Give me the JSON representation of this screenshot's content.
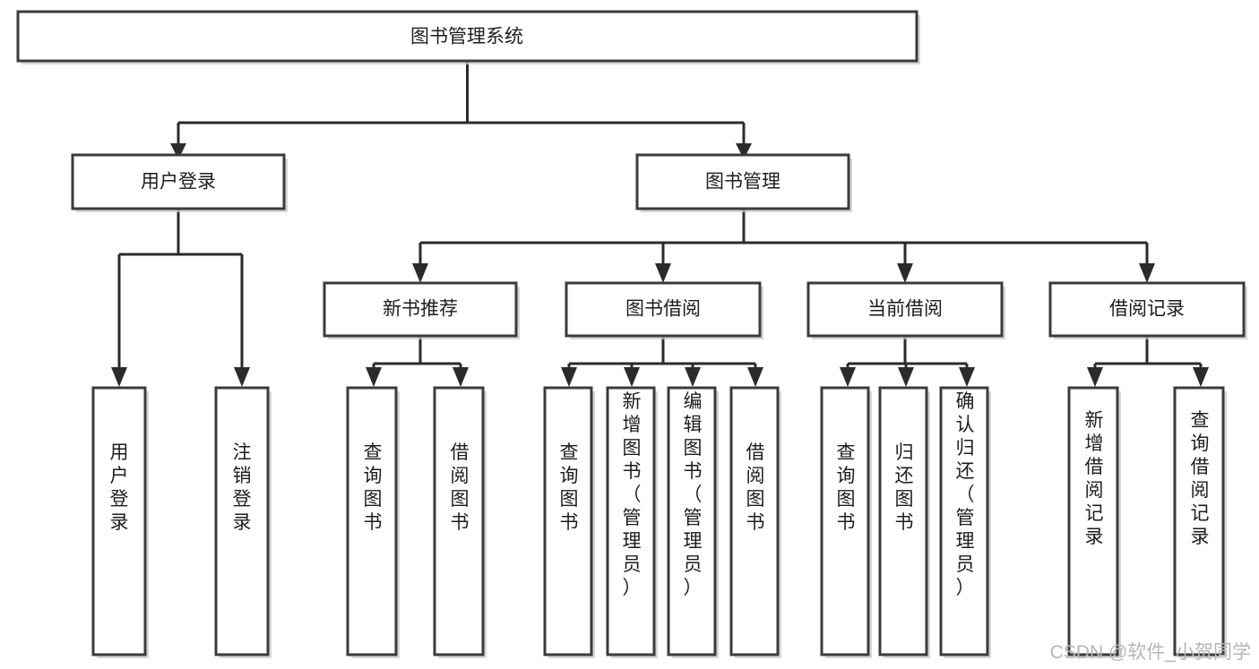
{
  "diagram": {
    "type": "tree",
    "title": "图书管理系统",
    "orientation": "top-down",
    "colors": {
      "box_fill": "#ffffff",
      "box_stroke": "#3b3b3b",
      "connector": "#2b2b2b",
      "text": "#1d1d1d",
      "watermark": "#b6b6b6",
      "background": "#ffffff"
    },
    "nodes": {
      "root": {
        "label": "图书管理系统",
        "level": 0,
        "orientation": "horizontal"
      },
      "level1": [
        {
          "label": "用户登录",
          "orientation": "horizontal"
        },
        {
          "label": "图书管理",
          "orientation": "horizontal"
        }
      ],
      "level2": [
        {
          "label": "新书推荐",
          "orientation": "horizontal"
        },
        {
          "label": "图书借阅",
          "orientation": "horizontal"
        },
        {
          "label": "当前借阅",
          "orientation": "horizontal"
        },
        {
          "label": "借阅记录",
          "orientation": "horizontal"
        }
      ],
      "leaves": {
        "user_login": [
          {
            "label": "用户登录",
            "orientation": "vertical"
          },
          {
            "label": "注销登录",
            "orientation": "vertical"
          }
        ],
        "new_book_recommend": [
          {
            "label": "查询图书",
            "orientation": "vertical"
          },
          {
            "label": "借阅图书",
            "orientation": "vertical"
          }
        ],
        "book_borrow": [
          {
            "label": "查询图书",
            "orientation": "vertical"
          },
          {
            "label": "新增图书（管理员）",
            "orientation": "vertical"
          },
          {
            "label": "编辑图书（管理员）",
            "orientation": "vertical"
          },
          {
            "label": "借阅图书",
            "orientation": "vertical"
          }
        ],
        "current_borrow": [
          {
            "label": "查询图书",
            "orientation": "vertical"
          },
          {
            "label": "归还图书",
            "orientation": "vertical"
          },
          {
            "label": "确认归还（管理员）",
            "orientation": "vertical"
          }
        ],
        "borrow_record": [
          {
            "label": "新增借阅记录",
            "orientation": "vertical"
          },
          {
            "label": "查询借阅记录",
            "orientation": "vertical"
          }
        ]
      }
    },
    "edges": [
      {
        "from": "图书管理系统",
        "to": "用户登录"
      },
      {
        "from": "图书管理系统",
        "to": "图书管理"
      },
      {
        "from": "用户登录",
        "to": "用户登录"
      },
      {
        "from": "用户登录",
        "to": "注销登录"
      },
      {
        "from": "图书管理",
        "to": "新书推荐"
      },
      {
        "from": "图书管理",
        "to": "图书借阅"
      },
      {
        "from": "图书管理",
        "to": "当前借阅"
      },
      {
        "from": "图书管理",
        "to": "借阅记录"
      },
      {
        "from": "新书推荐",
        "to": "查询图书"
      },
      {
        "from": "新书推荐",
        "to": "借阅图书"
      },
      {
        "from": "图书借阅",
        "to": "查询图书"
      },
      {
        "from": "图书借阅",
        "to": "新增图书（管理员）"
      },
      {
        "from": "图书借阅",
        "to": "编辑图书（管理员）"
      },
      {
        "from": "图书借阅",
        "to": "借阅图书"
      },
      {
        "from": "当前借阅",
        "to": "查询图书"
      },
      {
        "from": "当前借阅",
        "to": "归还图书"
      },
      {
        "from": "当前借阅",
        "to": "确认归还（管理员）"
      },
      {
        "from": "借阅记录",
        "to": "新增借阅记录"
      },
      {
        "from": "借阅记录",
        "to": "查询借阅记录"
      }
    ]
  },
  "watermark": {
    "text": "CSDN @软件_小贺同学"
  }
}
